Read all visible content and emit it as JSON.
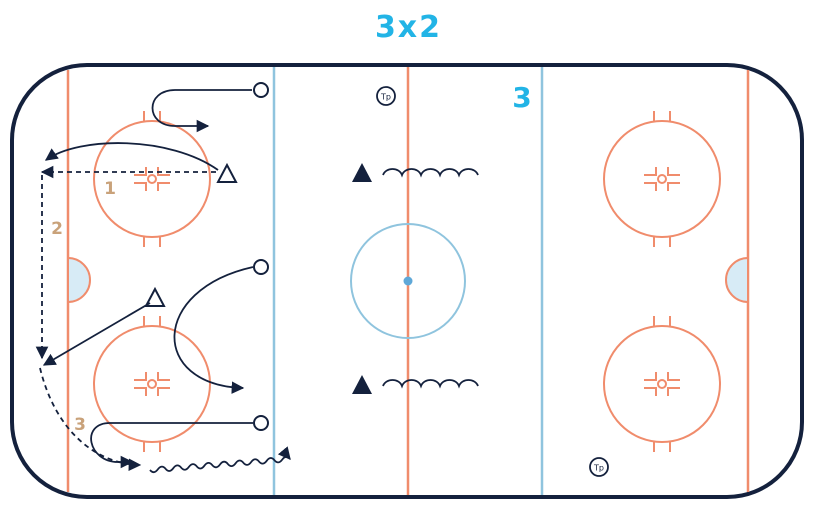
{
  "title": "3x2",
  "drill_number": "3",
  "step_labels": [
    "1",
    "2",
    "3"
  ],
  "coach_label": "Tp",
  "colors": {
    "title": "#22b4e6",
    "drill_number": "#22b4e6",
    "board": "#14213d",
    "red_line": "#f08c6c",
    "blue_line": "#8fc4de",
    "crease_fill": "#d7ebf6",
    "center_dot": "#5fa8d8",
    "step_labels": "#c9a27a",
    "paths": "#14213d"
  },
  "icons": [
    "offense-player-circle",
    "defense-player-triangle",
    "coach-circle",
    "puck-carrier-triangle-filled"
  ]
}
